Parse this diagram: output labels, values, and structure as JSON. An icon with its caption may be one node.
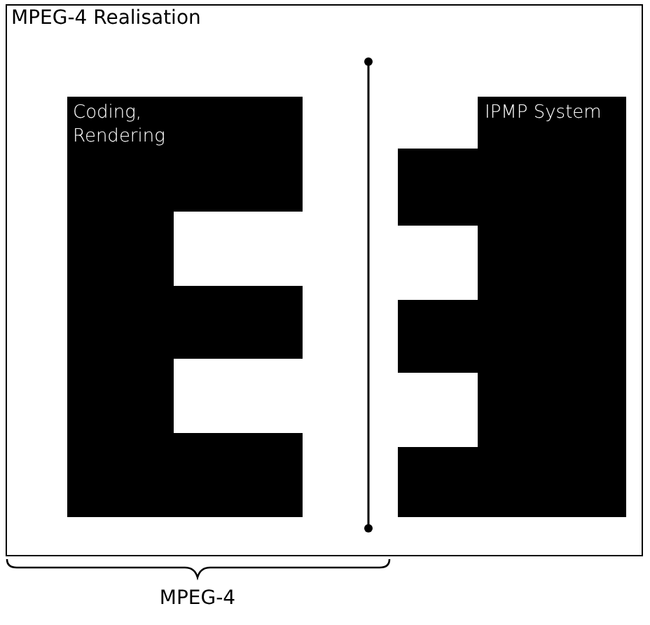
{
  "diagram": {
    "nodes": [
      {
        "text": [
          "MPEG-4 Realisation"
        ]
      },
      {
        "text": [
          "Coding, Rendering"
        ],
        "in": 0
      },
      {
        "text": [
          "IPMP System"
        ],
        "in": 0
      }
    ],
    "labels": [
      "MPEG-4"
    ]
  }
}
